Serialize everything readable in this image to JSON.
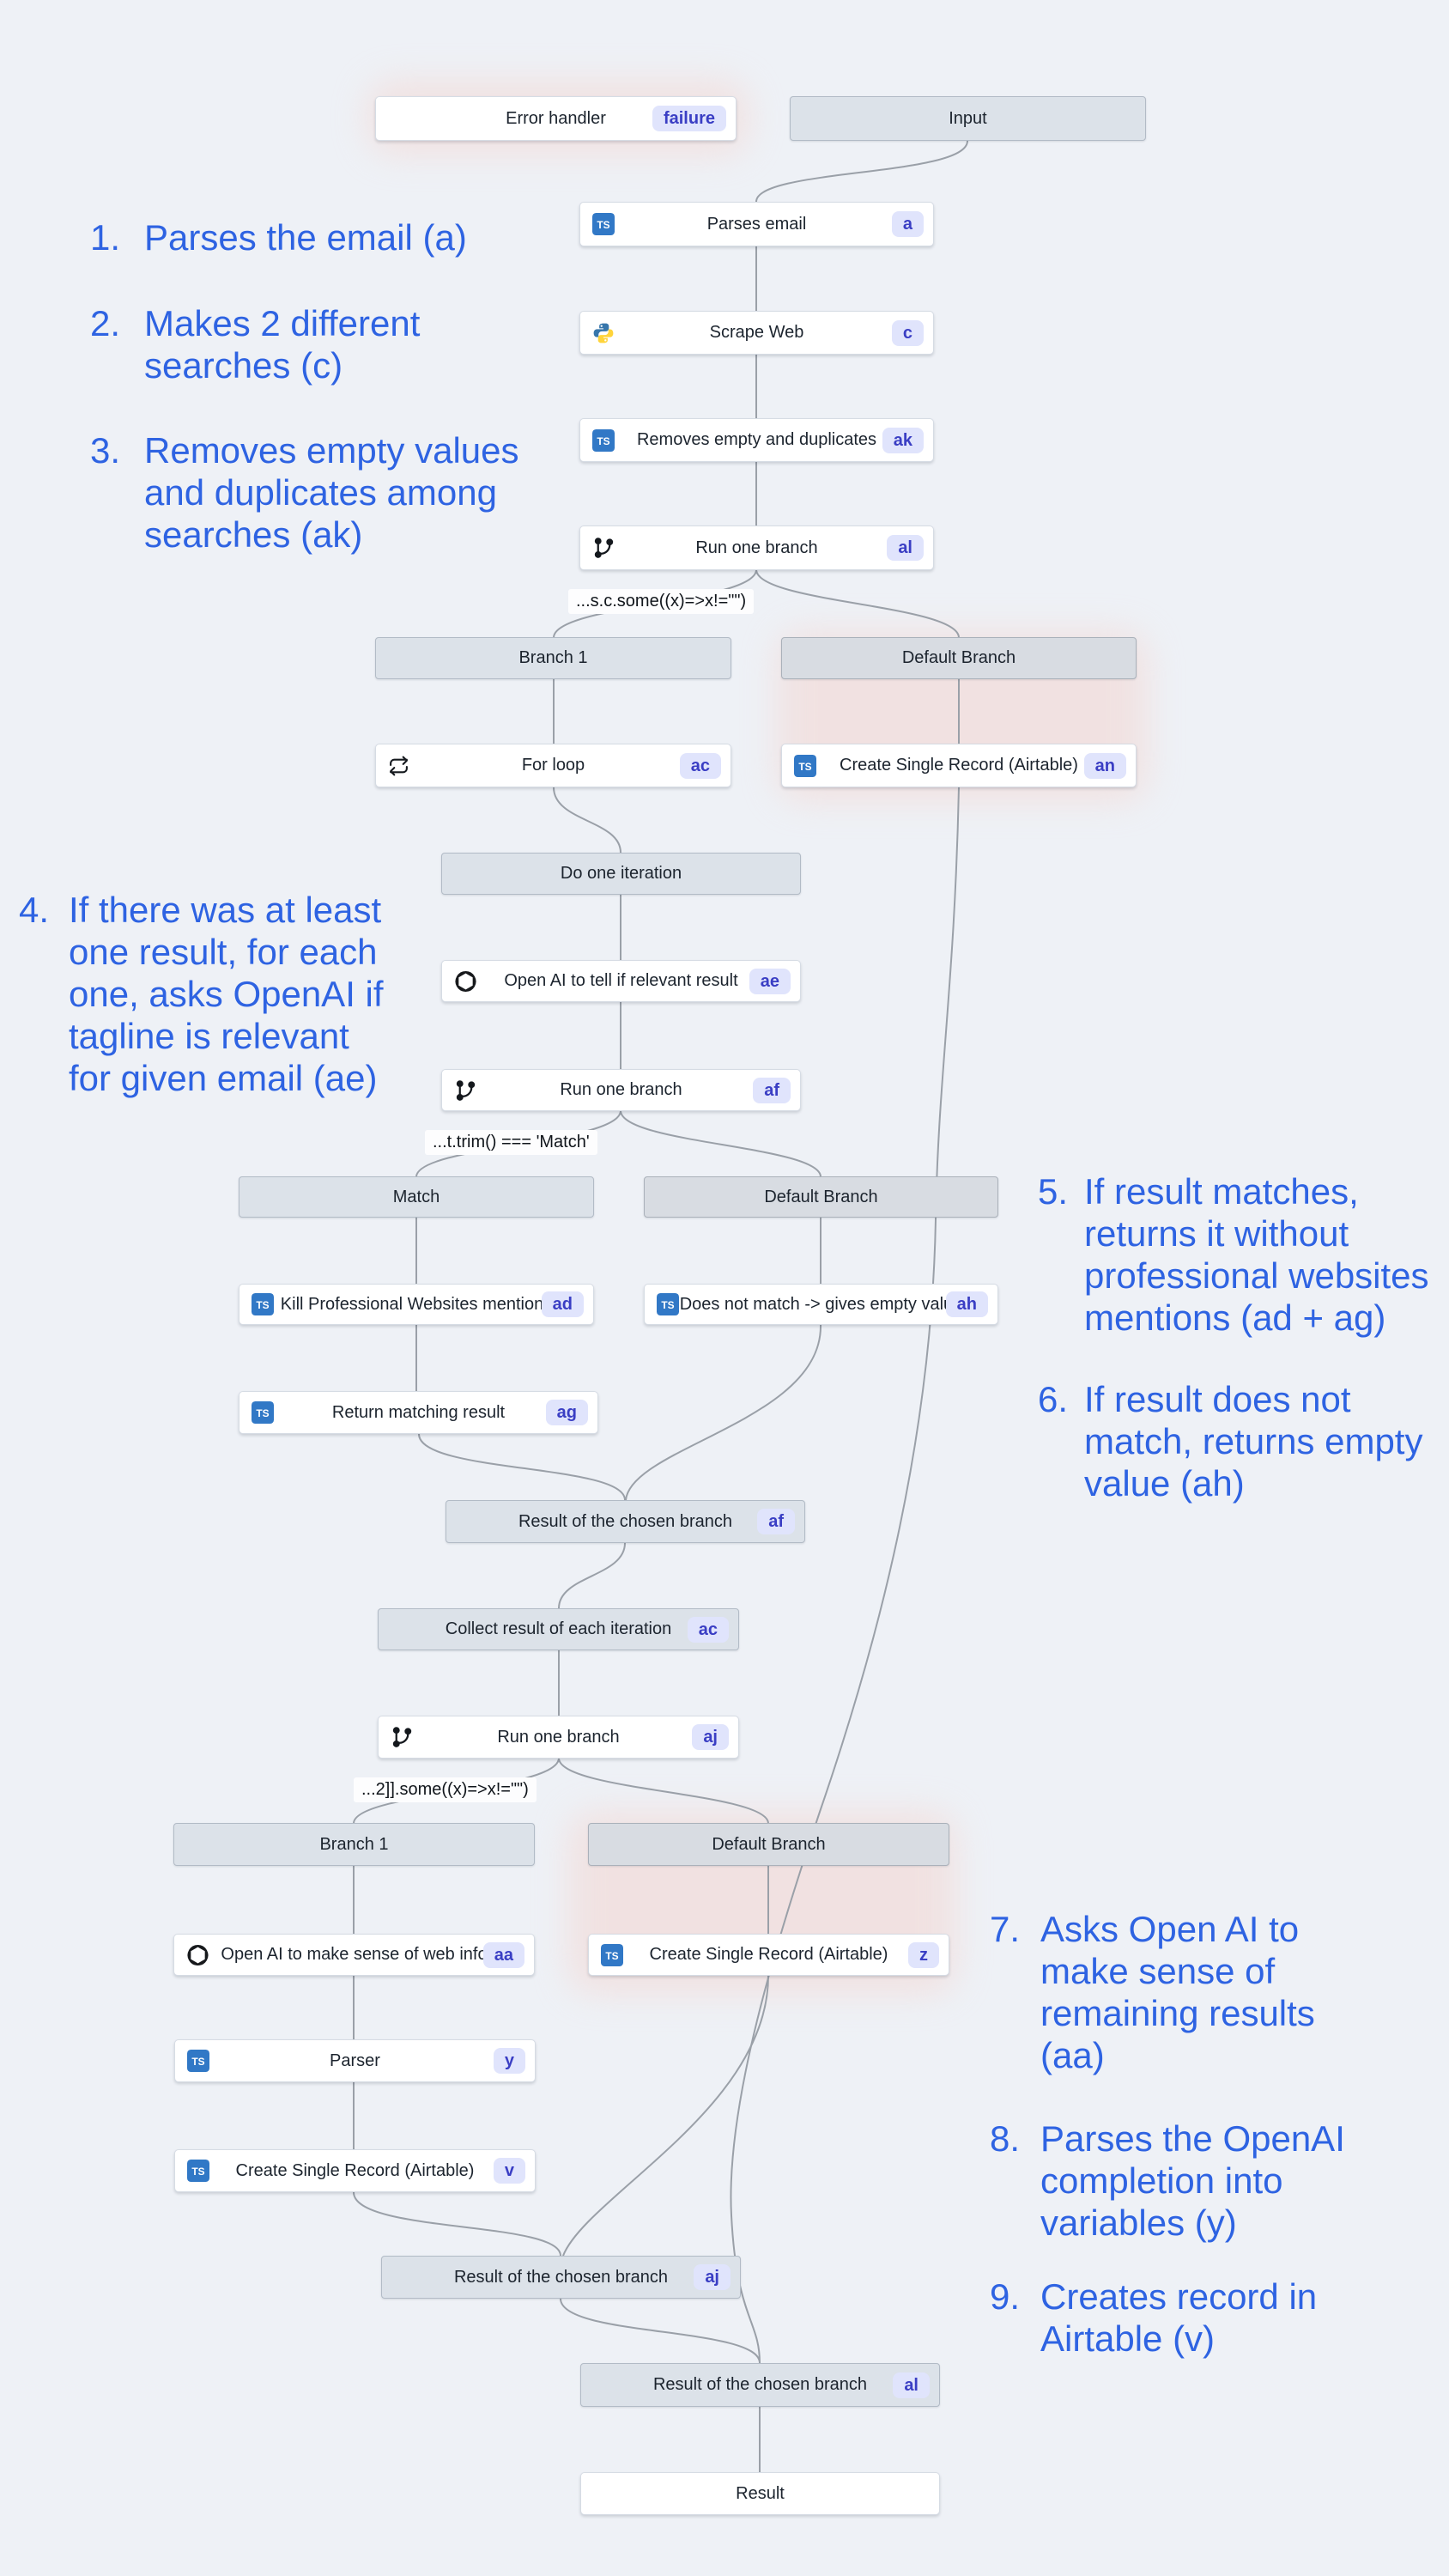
{
  "colors": {
    "background": "#eef1f6",
    "annotation_blue": "#2e63e2",
    "badge_bg": "#e0e4fc",
    "badge_text": "#3a3ec4",
    "header_fill": "#dce2e9",
    "node_fill": "#ffffff",
    "edge_gray": "#9aa0a8",
    "glow_pink": "#f3d8d4",
    "typescript_blue": "#3178c6"
  },
  "icons": {
    "typescript": "TS",
    "python": "python-logo",
    "openai": "openai-logo",
    "branch": "git-branch",
    "loop": "repeat-arrows"
  },
  "nodes": [
    {
      "label": "Error handler",
      "badge": "failure"
    },
    {
      "label": "Input"
    },
    {
      "label": "Parses email",
      "badge": "a"
    },
    {
      "label": "Scrape Web",
      "badge": "c"
    },
    {
      "label": "Removes empty and duplicates",
      "badge": "ak"
    },
    {
      "label": "Run one branch",
      "badge": "al"
    },
    {
      "label": "Branch 1"
    },
    {
      "label": "Default Branch"
    },
    {
      "label": "For loop",
      "badge": "ac"
    },
    {
      "label": "Create Single Record (Airtable)",
      "badge": "an"
    },
    {
      "label": "Do one iteration"
    },
    {
      "label": "Open AI to tell if relevant result",
      "badge": "ae"
    },
    {
      "label": "Run one branch",
      "badge": "af"
    },
    {
      "label": "Match"
    },
    {
      "label": "Default Branch"
    },
    {
      "label": "Kill Professional Websites mentions",
      "badge": "ad"
    },
    {
      "label": "Does not match -> gives empty value",
      "badge": "ah"
    },
    {
      "label": "Return matching result",
      "badge": "ag"
    },
    {
      "label": "Result of the chosen branch",
      "badge": "af"
    },
    {
      "label": "Collect result of each iteration",
      "badge": "ac"
    },
    {
      "label": "Run one branch",
      "badge": "aj"
    },
    {
      "label": "Branch 1"
    },
    {
      "label": "Default Branch"
    },
    {
      "label": "Open AI to make sense of web info",
      "badge": "aa"
    },
    {
      "label": "Create Single Record (Airtable)",
      "badge": "z"
    },
    {
      "label": "Parser",
      "badge": "y"
    },
    {
      "label": "Create Single Record (Airtable)",
      "badge": "v"
    },
    {
      "label": "Result of the chosen branch",
      "badge": "aj"
    },
    {
      "label": "Result of the chosen branch",
      "badge": "al"
    },
    {
      "label": "Result"
    }
  ],
  "conditions": [
    {
      "text": "...s.c.some((x)=>x!=\"\")"
    },
    {
      "text": "...t.trim() === 'Match'"
    },
    {
      "text": "...2]].some((x)=>x!=\"\")"
    }
  ],
  "annotations": [
    {
      "num": "1.",
      "text": "Parses the email (a)"
    },
    {
      "num": "2.",
      "text": "Makes 2 different\nsearches (c)"
    },
    {
      "num": "3.",
      "text": "Removes empty values\nand duplicates among\nsearches (ak)"
    },
    {
      "num": "4.",
      "text": "If there was at least\none result, for each\none, asks OpenAI if\ntagline is relevant\nfor given email (ae)"
    },
    {
      "num": "5.",
      "text": "If result matches,\nreturns it without\nprofessional websites\nmentions (ad + ag)"
    },
    {
      "num": "6.",
      "text": "If result does not\nmatch, returns empty\nvalue (ah)"
    },
    {
      "num": "7.",
      "text": "Asks Open AI to\nmake sense of\nremaining results\n(aa)"
    },
    {
      "num": "8.",
      "text": "Parses the OpenAI\ncompletion into\nvariables (y)"
    },
    {
      "num": "9.",
      "text": "Creates record in\nAirtable (v)"
    }
  ]
}
